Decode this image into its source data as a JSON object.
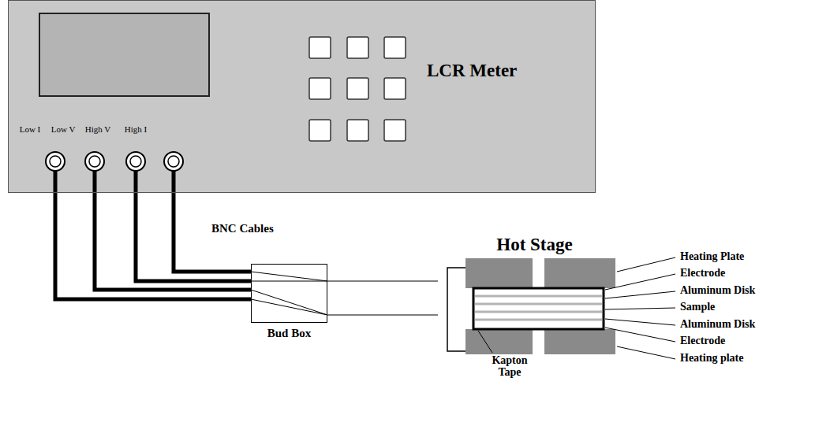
{
  "diagram": {
    "nodes": [
      {
        "text": [
          "LCR Meter"
        ]
      },
      {
        "text": [
          "Bud Box"
        ]
      },
      {
        "text": [
          "Hot Stage"
        ]
      }
    ],
    "edges": [
      {
        "from": 0,
        "to": 1,
        "arrow": "none"
      },
      {
        "from": 0,
        "to": 1,
        "arrow": "none"
      },
      {
        "from": 0,
        "to": 1,
        "arrow": "none"
      },
      {
        "from": 0,
        "to": 1,
        "arrow": "none"
      },
      {
        "from": 1,
        "to": 2,
        "arrow": "none"
      },
      {
        "from": 1,
        "to": 2,
        "arrow": "none"
      }
    ],
    "labels": [
      "Low I",
      "Low V",
      "High V",
      "High I",
      "BNC Cables",
      "Heating Plate",
      "Electrode",
      "Aluminum Disk",
      "Sample",
      "Aluminum Disk",
      "Electrode",
      "Heating plate",
      "Kapton Tape"
    ]
  }
}
